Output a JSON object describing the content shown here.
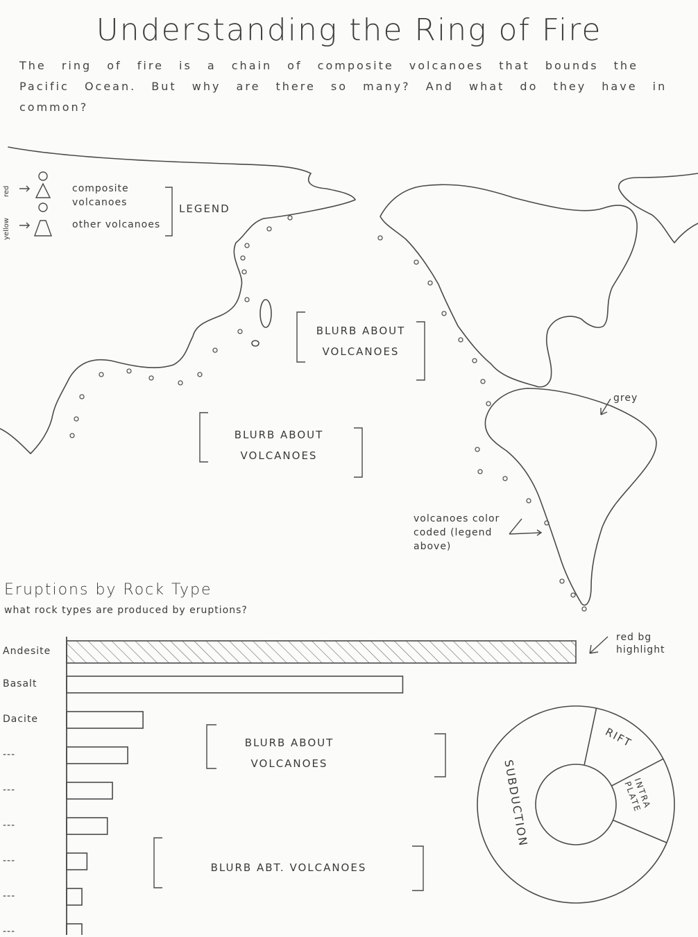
{
  "page": {
    "title": "Understanding the Ring of Fire",
    "intro": "The ring of fire is a chain of composite volcanoes that bounds the Pacific Ocean. But why are there so many? And what do they have in common?"
  },
  "legend": {
    "heading": "LEGEND",
    "composite_label": "composite volcanoes",
    "other_label": "other volcanoes",
    "composite_color_note": "red",
    "other_color_note": "yellow",
    "composite_color": "#c0392b",
    "other_color": "#e0b400"
  },
  "map": {
    "blurbs": [
      "BLURB ABOUT VOLCANOES",
      "BLURB ABOUT VOLCANOES"
    ],
    "grey_note": "grey",
    "volcano_note": "volcanoes color coded (legend above)",
    "land_color": "#9a9a9a"
  },
  "rock_chart": {
    "title": "Eruptions by Rock Type",
    "subtitle": "what rock types are produced by eruptions?",
    "highlight_note": "red bg highlight",
    "highlight_color": "#c0392b",
    "blurbs": [
      "BLURB ABOUT VOLCANOES",
      "BLURB ABT. VOLCANOES"
    ]
  },
  "donut": {
    "labels": [
      "SUBDUCTION",
      "RIFT",
      "INTRA PLATE"
    ]
  },
  "chart_data": [
    {
      "type": "bar",
      "title": "Eruptions by Rock Type",
      "subtitle": "what rock types are produced by eruptions?",
      "categories": [
        "Andesite",
        "Basalt",
        "Dacite",
        "---",
        "---",
        "---",
        "---",
        "---",
        "---"
      ],
      "values": [
        100,
        66,
        15,
        12,
        9,
        8,
        4,
        3,
        3
      ],
      "highlight": "Andesite"
    },
    {
      "type": "pie",
      "categories": [
        "SUBDUCTION",
        "RIFT",
        "INTRA PLATE"
      ],
      "values": [
        72,
        14,
        14
      ]
    }
  ]
}
